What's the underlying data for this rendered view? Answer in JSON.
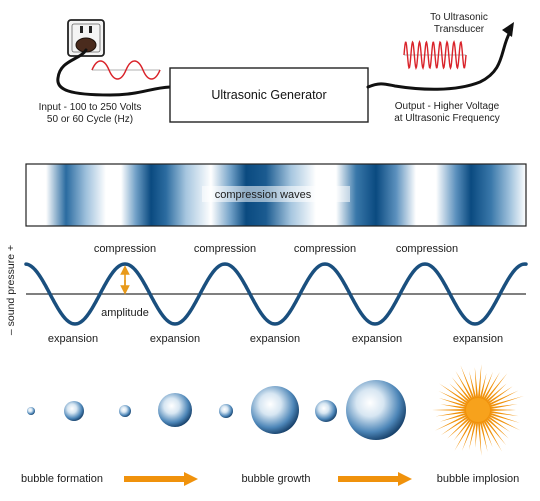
{
  "generator": {
    "box_label": "Ultrasonic Generator",
    "input_label_line1": "Input - 100 to 250 Volts",
    "input_label_line2": "50 or 60 Cycle (Hz)",
    "output_label_line1": "Output - Higher Voltage",
    "output_label_line2": "at Ultrasonic Frequency",
    "transducer_label_line1": "To Ultrasonic",
    "transducer_label_line2": "Transducer",
    "icons": [
      "wall-outlet-icon",
      "power-plug-icon",
      "cable-icon",
      "arrow-icon"
    ],
    "colors": {
      "signal": "#d9232a",
      "cable": "#111111"
    }
  },
  "compression_band": {
    "label": "compression waves",
    "colors": {
      "dark": "#0a4a80",
      "light": "#ffffff"
    }
  },
  "wave": {
    "axis_label": "– sound pressure +",
    "amplitude_label": "amplitude",
    "peak_labels": [
      "compression",
      "compression",
      "compression",
      "compression"
    ],
    "trough_labels": [
      "expansion",
      "expansion",
      "expansion",
      "expansion",
      "expansion"
    ],
    "colors": {
      "wave": "#1a4f7e",
      "amplitude_arrow": "#e89a1a",
      "baseline": "#333333"
    }
  },
  "bubbles": {
    "labels": {
      "formation": "bubble formation",
      "growth": "bubble growth",
      "implosion": "bubble implosion"
    },
    "stages": [
      "small",
      "medium",
      "small",
      "large",
      "small",
      "larger",
      "medium",
      "largest",
      "implosion"
    ],
    "colors": {
      "bubble": "#1d5a92",
      "arrow": "#f0920c",
      "implosion": "#f0920c"
    }
  }
}
